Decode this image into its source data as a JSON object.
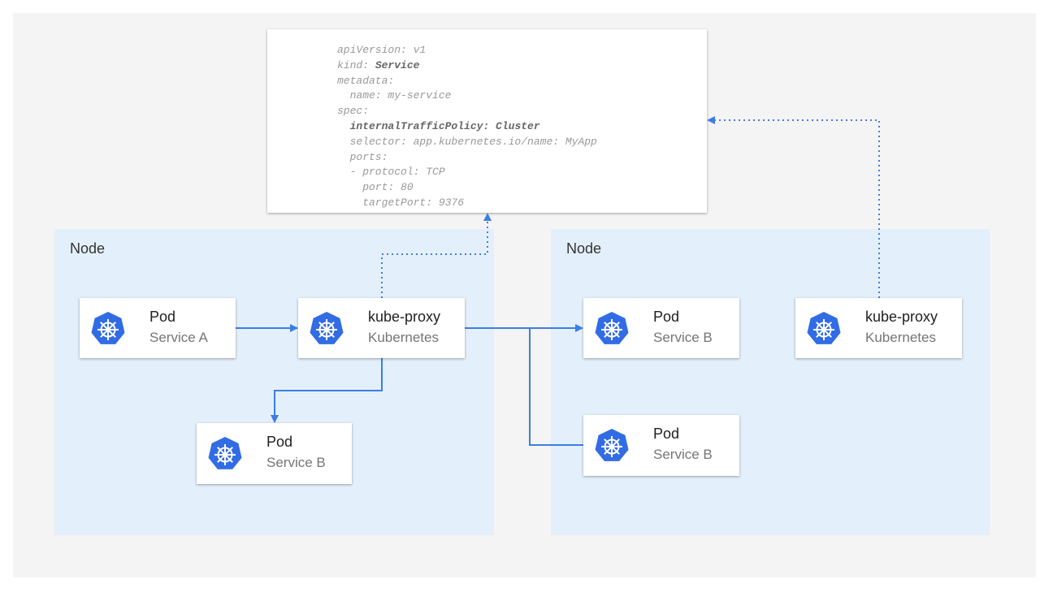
{
  "yaml": {
    "lines": [
      {
        "text": "apiVersion: v1"
      },
      {
        "text": "kind: ",
        "bold": "Service"
      },
      {
        "text": "metadata:"
      },
      {
        "text": "  name: my-service"
      },
      {
        "text": "spec:"
      },
      {
        "text": "  ",
        "bold": "internalTrafficPolicy: Cluster"
      },
      {
        "text": "  selector: app.kubernetes.io/name: MyApp"
      },
      {
        "text": "  ports:"
      },
      {
        "text": "  - protocol: TCP"
      },
      {
        "text": "    port: 80"
      },
      {
        "text": "    targetPort: 9376"
      }
    ]
  },
  "nodes": [
    {
      "label": "Node"
    },
    {
      "label": "Node"
    }
  ],
  "components": {
    "pod_a": {
      "title": "Pod",
      "subtitle": "Service A"
    },
    "kube_proxy_1": {
      "title": "kube-proxy",
      "subtitle": "Kubernetes"
    },
    "pod_b_1": {
      "title": "Pod",
      "subtitle": "Service B"
    },
    "pod_b_2": {
      "title": "Pod",
      "subtitle": "Service B"
    },
    "kube_proxy_2": {
      "title": "kube-proxy",
      "subtitle": "Kubernetes"
    },
    "pod_b_3": {
      "title": "Pod",
      "subtitle": "Service B"
    }
  },
  "colors": {
    "accent": "#326ce5",
    "arrow": "#3b7de9",
    "node_bg": "#e3f0fb",
    "canvas_bg": "#f4f4f4"
  }
}
